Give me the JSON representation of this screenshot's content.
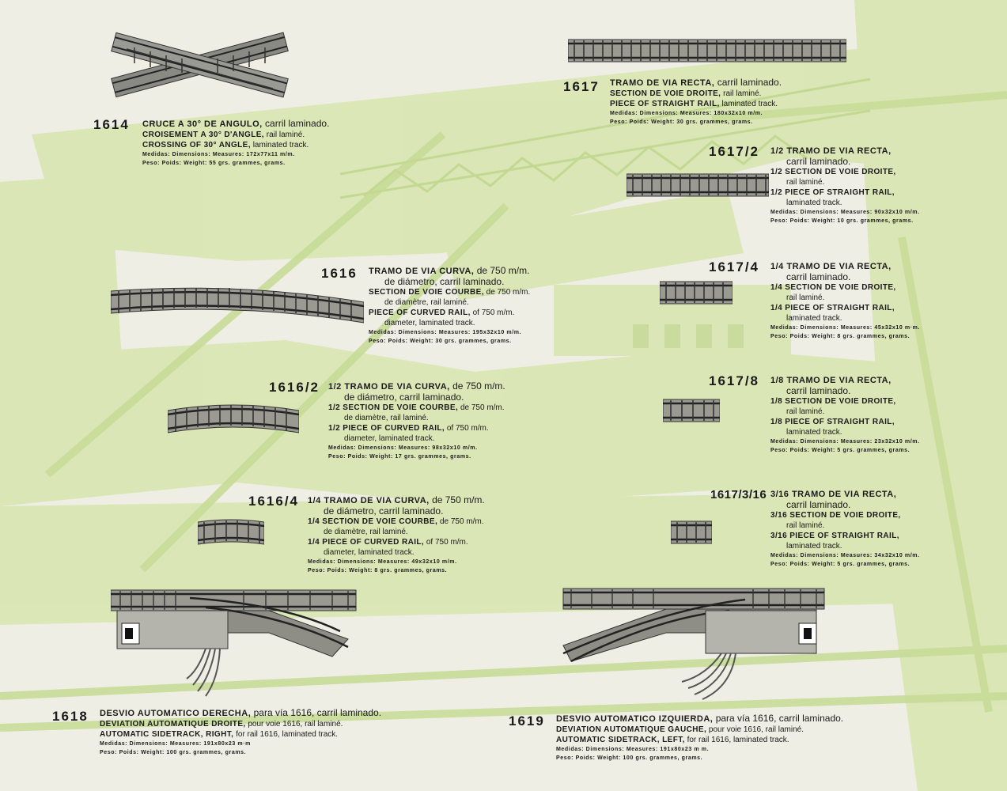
{
  "colors": {
    "paper": "#efeee4",
    "illustration_green": "#d9e6b4",
    "ink": "#1a1a1a",
    "track_gray": "#9a9a92"
  },
  "items": {
    "p1614": {
      "number": "1614",
      "es_title": "CRUCE A 30° DE ANGULO,",
      "es_rest": "carril laminado.",
      "fr_title": "CROISEMENT A 30° D'ANGLE,",
      "fr_rest": "rail laminé.",
      "en_title": "CROSSING OF 30° ANGLE,",
      "en_rest": "laminated track.",
      "dimensions": "Medidas: Dimensions: Measures: 172x77x11 m/m.",
      "weight": "Peso: Poids: Weight: 55 grs. grammes, grams."
    },
    "p1617": {
      "number": "1617",
      "es_title": "TRAMO DE VIA RECTA,",
      "es_rest": "carril laminado.",
      "fr_title": "SECTION DE VOIE DROITE,",
      "fr_rest": "rail laminé.",
      "en_title": "PIECE OF STRAIGHT RAIL,",
      "en_rest": "laminated track.",
      "dimensions": "Medidas: Dimensions: Measures: 180x32x10 m/m.",
      "weight": "Peso: Poids: Weight: 30 grs. grammes, grams."
    },
    "p1617_2": {
      "number": "1617/2",
      "es_title": "1/2 TRAMO DE VIA RECTA,",
      "es_rest": "carril laminado.",
      "fr_title": "1/2 SECTION DE VOIE DROITE,",
      "fr_rest": "rail laminé.",
      "en_title": "1/2 PIECE OF STRAIGHT RAIL,",
      "en_rest": "laminated track.",
      "dimensions": "Medidas: Dimensions: Measures: 90x32x10 m/m.",
      "weight": "Peso: Poids: Weight: 10 grs. grammes, grams."
    },
    "p1616": {
      "number": "1616",
      "es_title": "TRAMO DE VIA CURVA,",
      "es_rest": "de 750 m/m.",
      "es_rest2": "de diámetro, carril laminado.",
      "fr_title": "SECTION DE VOIE COURBE,",
      "fr_rest": "de 750 m/m.",
      "fr_rest2": "de diamètre, rail laminé.",
      "en_title": "PIECE OF CURVED RAIL,",
      "en_rest": "of 750 m/m.",
      "en_rest2": "diameter, laminated track.",
      "dimensions": "Medidas: Dimensions: Measures: 195x32x10 m/m.",
      "weight": "Peso: Poids: Weight: 30 grs. grammes, grams."
    },
    "p1617_4": {
      "number": "1617/4",
      "es_title": "1/4 TRAMO DE VIA RECTA,",
      "es_rest": "carril laminado.",
      "fr_title": "1/4 SECTION DE VOIE DROITE,",
      "fr_rest": "rail laminé.",
      "en_title": "1/4 PIECE OF STRAIGHT RAIL,",
      "en_rest": "laminated track.",
      "dimensions": "Medidas: Dimensions: Measures: 45x32x10 m·m.",
      "weight": "Peso: Poids: Weight: 8 grs. grammes, grams."
    },
    "p1616_2": {
      "number": "1616/2",
      "es_title": "1/2 TRAMO DE VIA CURVA,",
      "es_rest": "de 750 m/m.",
      "es_rest2": "de diámetro, carril laminado.",
      "fr_title": "1/2 SECTION DE VOIE COURBE,",
      "fr_rest": "de 750 m/m.",
      "fr_rest2": "de diamètre, rail laminé.",
      "en_title": "1/2 PIECE OF CURVED RAIL,",
      "en_rest": "of 750 m/m.",
      "en_rest2": "diameter, laminated track.",
      "dimensions": "Medidas: Dimensions: Measures: 98x32x10 m/m.",
      "weight": "Peso: Poids: Weight: 17 grs. grammes, grams."
    },
    "p1617_8": {
      "number": "1617/8",
      "es_title": "1/8 TRAMO DE VIA RECTA,",
      "es_rest": "carril laminado.",
      "fr_title": "1/8 SECTION DE VOIE DROITE,",
      "fr_rest": "rail laminé.",
      "en_title": "1/8 PIECE OF STRAIGHT RAIL,",
      "en_rest": "laminated track.",
      "dimensions": "Medidas: Dimensions: Measures: 23x32x10 m/m.",
      "weight": "Peso: Poids: Weight: 5 grs. grammes, grams."
    },
    "p1616_4": {
      "number": "1616/4",
      "es_title": "1/4 TRAMO DE VIA CURVA,",
      "es_rest": "de 750 m/m.",
      "es_rest2": "de diámetro, carril laminado.",
      "fr_title": "1/4 SECTION DE VOIE COURBE,",
      "fr_rest": "de 750 m/m.",
      "fr_rest2": "de diamètre, rail laminé.",
      "en_title": "1/4 PIECE OF CURVED RAIL,",
      "en_rest": "of 750 m/m.",
      "en_rest2": "diameter, laminated track.",
      "dimensions": "Medidas: Dimensions: Measures: 49x32x10 m/m.",
      "weight": "Peso: Poids: Weight: 8 grs. grammes, grams."
    },
    "p1617_3_16": {
      "number": "1617/3/16",
      "es_title": "3/16 TRAMO DE VIA RECTA,",
      "es_rest": "carril laminado.",
      "fr_title": "3/16 SECTION DE VOIE DROITE,",
      "fr_rest": "rail laminé.",
      "en_title": "3/16 PIECE OF STRAIGHT RAIL,",
      "en_rest": "laminated track.",
      "dimensions": "Medidas: Dimensions: Measures: 34x32x10 m/m.",
      "weight": "Peso: Poids: Weight: 5 grs. grammes, grams."
    },
    "p1618": {
      "number": "1618",
      "es_title": "DESVIO AUTOMATICO DERECHA,",
      "es_rest": "para vía 1616, carril laminado.",
      "fr_title": "DEVIATION AUTOMATIQUE DROITE,",
      "fr_rest": "pour voie 1616, rail laminé.",
      "en_title": "AUTOMATIC SIDETRACK, RIGHT,",
      "en_rest": "for rail 1616, laminated track.",
      "dimensions": "Medidas: Dimensions: Measures: 191x80x23 m·m",
      "weight": "Peso: Poids: Weight: 100 grs. grammes, grams."
    },
    "p1619": {
      "number": "1619",
      "es_title": "DESVIO AUTOMATICO IZQUIERDA,",
      "es_rest": "para vía 1616, carril laminado.",
      "fr_title": "DEVIATION AUTOMATIQUE GAUCHE,",
      "fr_rest": "pour voie 1616, rail laminé.",
      "en_title": "AUTOMATIC SIDETRACK, LEFT,",
      "en_rest": "for rail 1616, laminated track.",
      "dimensions": "Medidas: Dimensions: Measures: 191x80x23 m m.",
      "weight": "Peso: Poids: Weight: 100 grs. grammes, grams."
    }
  }
}
